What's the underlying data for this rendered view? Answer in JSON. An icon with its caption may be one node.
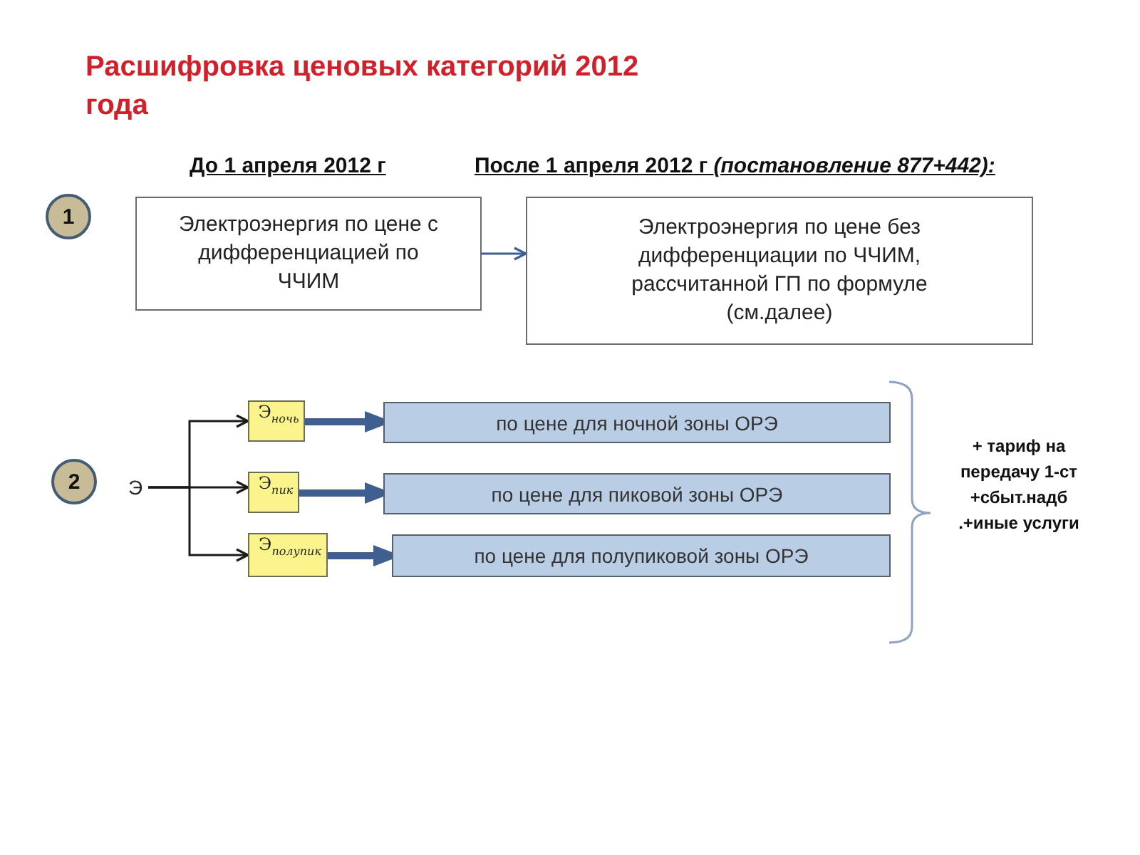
{
  "diagram": {
    "title": "Расшифровка ценовых категорий 2012 года",
    "nodes": [
      {
        "text": [
          "1"
        ]
      },
      {
        "text": [
          "Электроэнергия по цене с дифференциацией по ЧЧИМ"
        ]
      },
      {
        "text": [
          "Электроэнергия по цене без дифференциации по ЧЧИМ, рассчитанной ГП по формуле (см.далее)"
        ]
      },
      {
        "text": [
          "2"
        ]
      },
      {
        "text": [
          "Э"
        ]
      },
      {
        "text": [
          "Э$_{ночь}$"
        ]
      },
      {
        "text": [
          "по цене для ночной зоны ОРЭ"
        ]
      },
      {
        "text": [
          "Э$_{пик}$"
        ]
      },
      {
        "text": [
          "по цене для пиковой зоны ОРЭ"
        ]
      },
      {
        "text": [
          "Э$_{полупик}$"
        ]
      },
      {
        "text": [
          "по цене для полупиковой зоны ОРЭ"
        ]
      }
    ],
    "edges": [
      {
        "from": 1,
        "to": 2,
        "arrow": "to"
      },
      {
        "from": 4,
        "to": 5,
        "arrow": "to",
        "color": "#1a1a1a"
      },
      {
        "from": 4,
        "to": 7,
        "arrow": "to",
        "color": "#1a1a1a"
      },
      {
        "from": 4,
        "to": 9,
        "arrow": "to",
        "color": "#1a1a1a"
      },
      {
        "from": 5,
        "to": 6,
        "arrow": "to",
        "style": "thick"
      },
      {
        "from": 7,
        "to": 8,
        "arrow": "to",
        "style": "thick"
      },
      {
        "from": 9,
        "to": 10,
        "arrow": "to",
        "style": "thick"
      }
    ],
    "labels": [
      "До 1 апреля 2012 г",
      "После 1 апреля 2012 г *(постановление 877+442):*",
      "+ тариф на передачу 1-ст +сбыт.надб .+иные услуги"
    ]
  }
}
